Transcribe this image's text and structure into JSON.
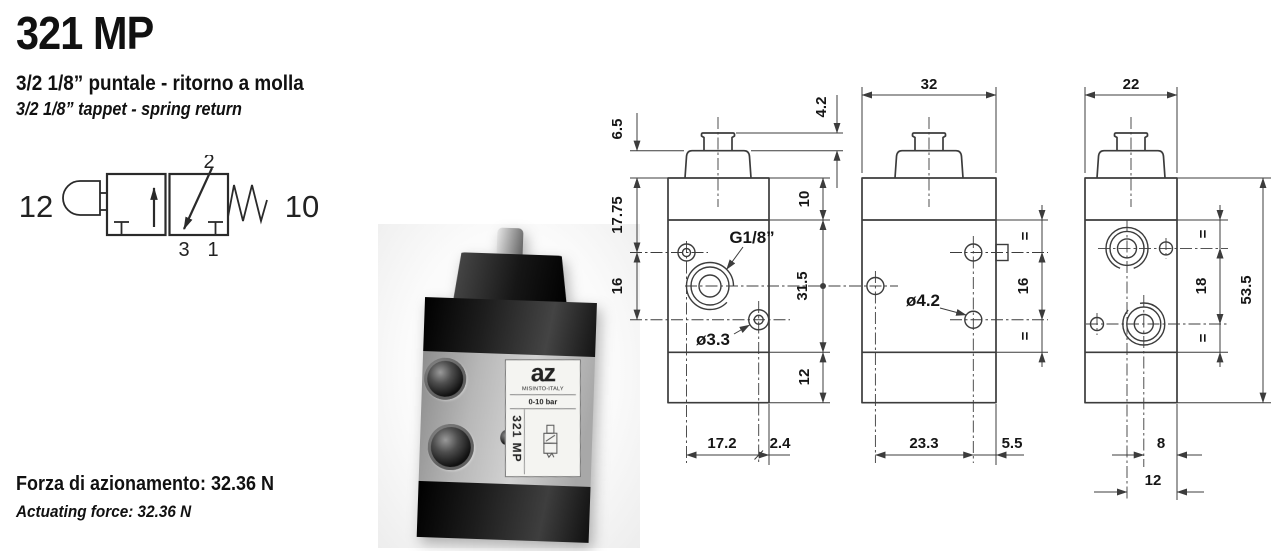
{
  "header": {
    "title": "321 MP",
    "subtitle_it": "3/2 1/8” puntale - ritorno a molla",
    "subtitle_en": "3/2 1/8” tappet - spring return"
  },
  "footer": {
    "force_it": "Forza di azionamento: 32.36 N",
    "force_en": "Actuating force: 32.36 N"
  },
  "symbol": {
    "pilot_left": "12",
    "pilot_right": "10",
    "port_top": "2",
    "port_bottom_left": "3",
    "port_bottom_right": "1"
  },
  "photo": {
    "logo": "az",
    "origin": "MISINTO-ITALY",
    "pressure_range": "0-10 bar",
    "model": "321 MP"
  },
  "drawings": {
    "front_view": {
      "dims": {
        "cap_height": "6.5",
        "pin_height": "4.2",
        "top_hole_offset": "17.75",
        "hole_spacing": "16",
        "top_section_height": "10",
        "mid_section_height": "31.5",
        "bottom_section_height": "12",
        "port_thread": "G1/8”",
        "pilot_hole_diameter": "ø3.3",
        "hole_distance": "17.2",
        "edge_distance": "2.4"
      }
    },
    "side_view": {
      "dims": {
        "body_width": "32",
        "hole_diameter": "ø4.2",
        "equal_top": "=",
        "hole_spacing": "16",
        "equal_bottom": "=",
        "hole_distance": "23.3",
        "edge_distance": "5.5"
      }
    },
    "end_view": {
      "dims": {
        "body_width": "22",
        "equal_top": "=",
        "port_spacing": "18",
        "equal_bottom": "=",
        "body_height": "53.5",
        "lower_port_edge_distance": "8",
        "upper_port_edge_distance": "12"
      }
    }
  }
}
